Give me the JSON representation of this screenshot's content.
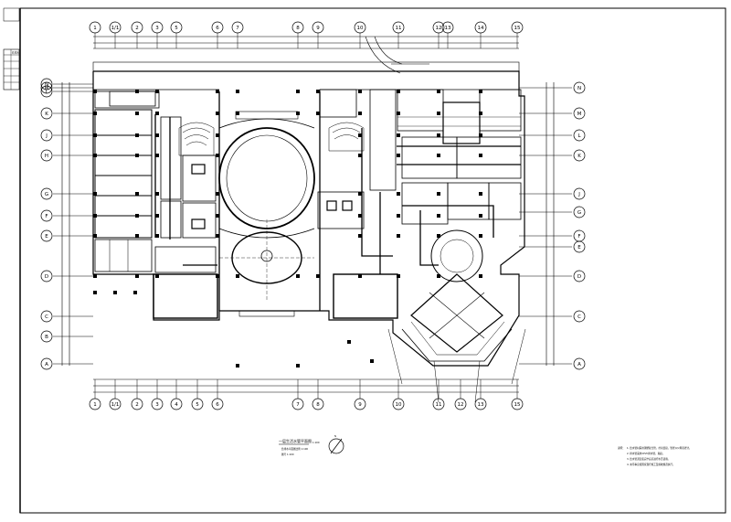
{
  "drawing": {
    "title": "一层生活水管平面图",
    "subtitle_1": "给排水平面图比例 1:100",
    "subtitle_2": "图号 1:100",
    "scale": "1:100",
    "north_label": "N"
  },
  "grid_axes": {
    "columns_top": [
      "1",
      "1/1",
      "2",
      "3",
      "5",
      "6",
      "7",
      "8",
      "9",
      "10",
      "11",
      "12",
      "13",
      "14",
      "15"
    ],
    "columns_bottom": [
      "1",
      "1/1",
      "2",
      "3",
      "4",
      "5",
      "6",
      "7",
      "8",
      "9",
      "10",
      "11",
      "12",
      "13",
      "15"
    ],
    "rows_left": [
      "A",
      "B",
      "C",
      "D",
      "E",
      "F",
      "G",
      "H",
      "J",
      "K",
      "L",
      "M",
      "N"
    ],
    "rows_right": [
      "A",
      "C",
      "D",
      "E",
      "F",
      "G",
      "J",
      "K",
      "L",
      "M",
      "N"
    ]
  },
  "notes": {
    "heading": "说明：",
    "lines": [
      "1. 给水管材采用钢塑复合管，丝扣连接，管径以公称直径计。",
      "2. 排水管采用UPVC排水管，粘接。",
      "3. 给水管道安装完毕后应进行水压试验。",
      "4. 未尽事宜按国家现行施工及验收规范执行。"
    ]
  },
  "stamp_box": {
    "label": "给排水"
  }
}
